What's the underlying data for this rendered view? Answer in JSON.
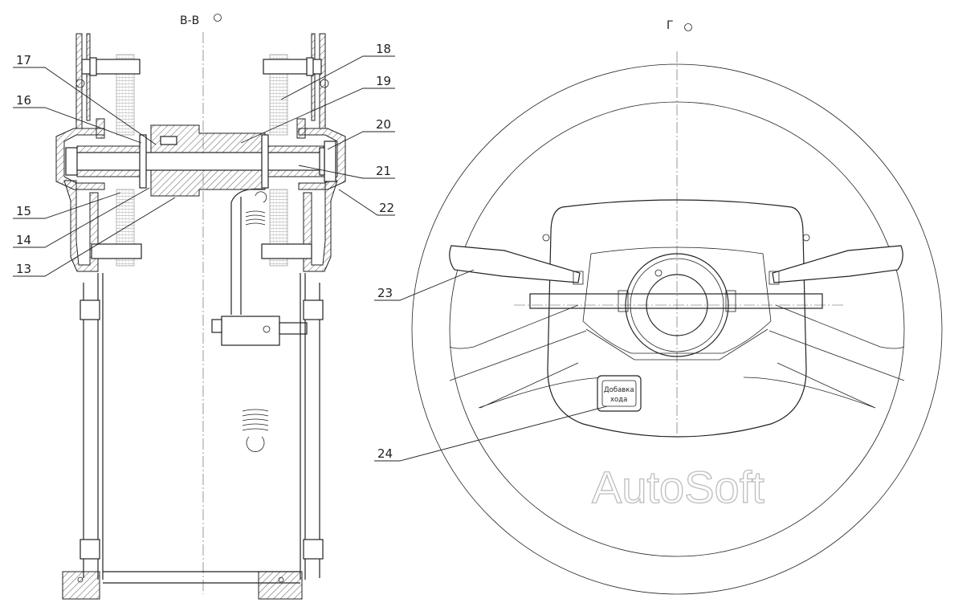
{
  "views": {
    "section_bb": "В-В",
    "view_g": "Г"
  },
  "callouts": {
    "c13": "13",
    "c14": "14",
    "c15": "15",
    "c16": "16",
    "c17": "17",
    "c18": "18",
    "c19": "19",
    "c20": "20",
    "c21": "21",
    "c22": "22",
    "c23": "23",
    "c24": "24"
  },
  "button_24": {
    "line1": "Добавка",
    "line2": "хода"
  },
  "watermark": "AutoSoft"
}
